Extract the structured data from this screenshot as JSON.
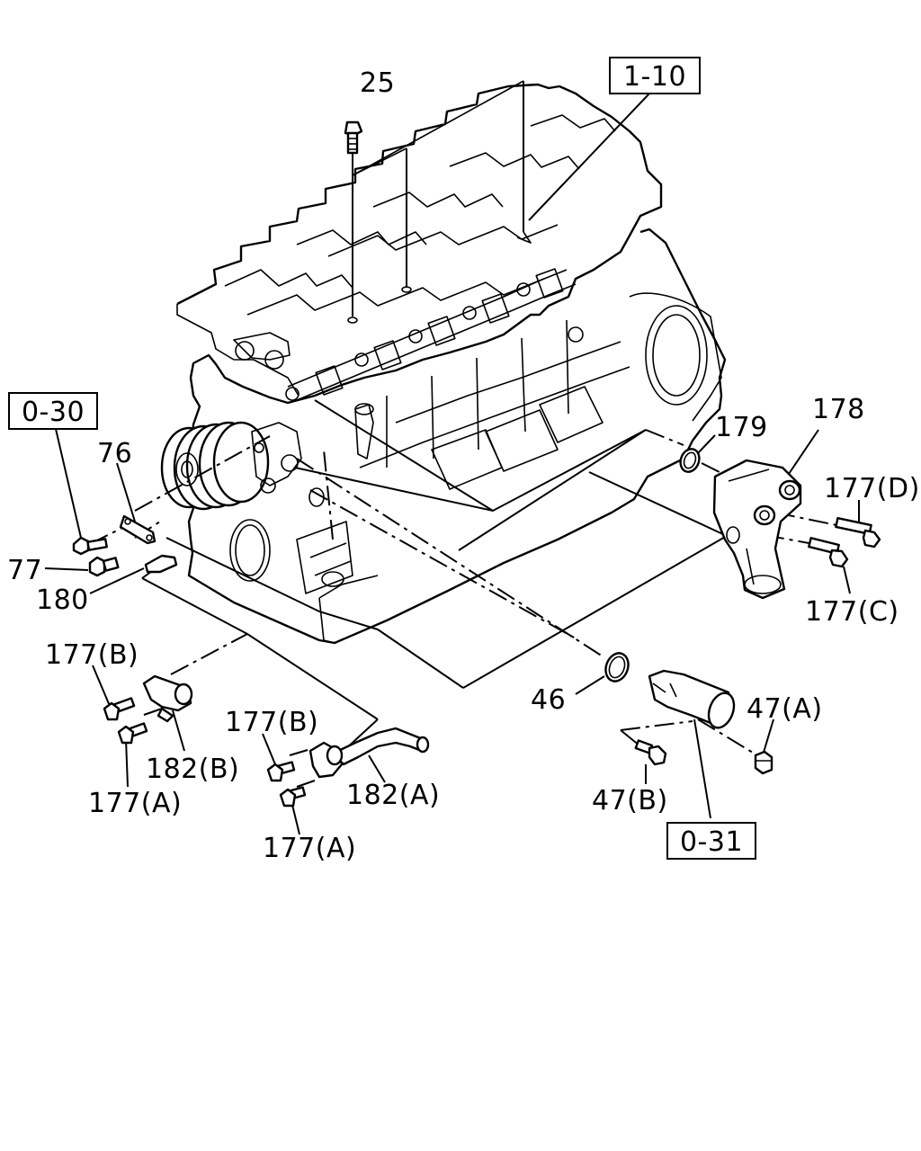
{
  "refs": {
    "r1_10": "1-10",
    "r0_30": "0-30",
    "r0_31": "0-31"
  },
  "labels": {
    "p25": "25",
    "p76": "76",
    "p77": "77",
    "p180": "180",
    "p179": "179",
    "p178": "178",
    "p177d": "177(D)",
    "p177c": "177(C)",
    "p177b_left": "177(B)",
    "p182b": "182(B)",
    "p177a_left": "177(A)",
    "p177b_mid": "177(B)",
    "p182a": "182(A)",
    "p177a_mid": "177(A)",
    "p46": "46",
    "p47a": "47(A)",
    "p47b": "47(B)"
  }
}
